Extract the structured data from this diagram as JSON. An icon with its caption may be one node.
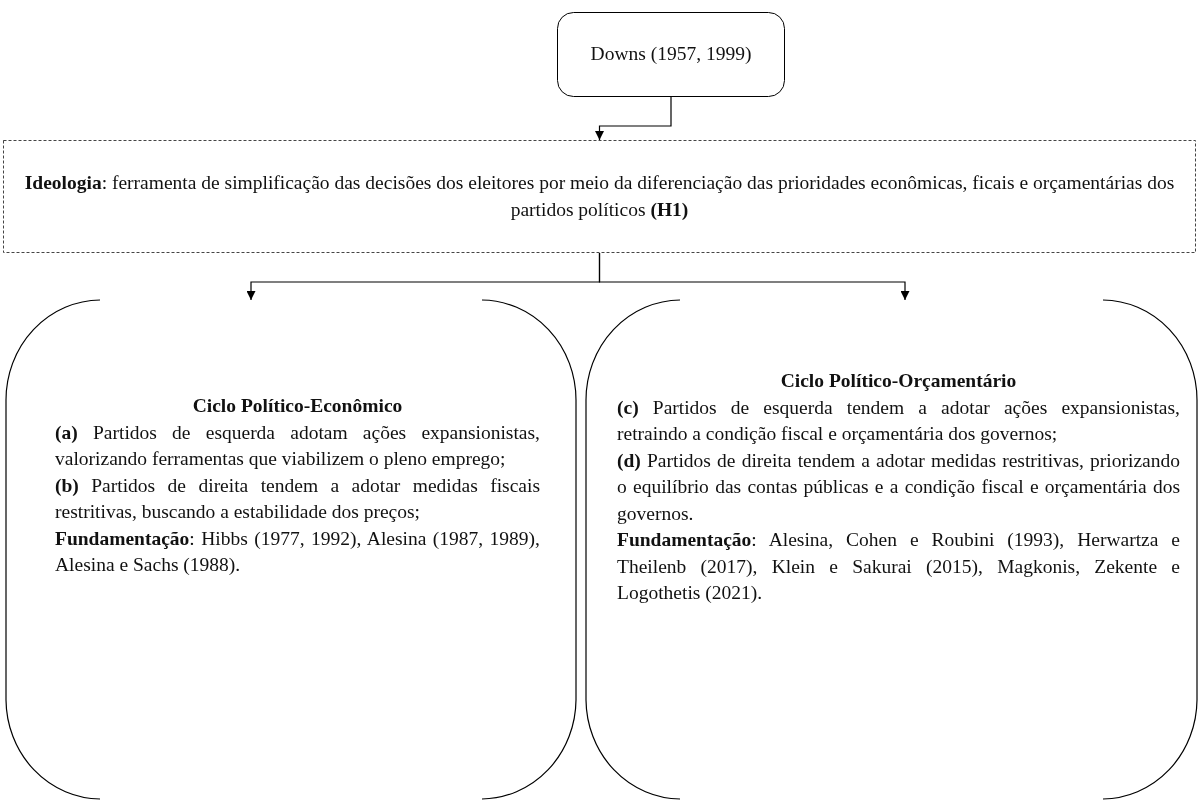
{
  "diagram": {
    "nodes": [
      {
        "text": [
          "Downs (1957, 1999)"
        ]
      },
      {
        "text": [
          "**Ideologia**: ferramenta de simplificação das decisões dos eleitores por meio da diferenciação das prioridades econômicas, ficais e orçamentárias dos partidos políticos **(H1)**"
        ]
      },
      {
        "text": [
          "Ciclo Político-Econômico",
          "**(a)** Partidos de esquerda adotam ações expansionistas, valorizando ferramentas que viabilizem o pleno emprego;",
          "**(b)** Partidos de direita tendem a adotar medidas fiscais restritivas, buscando a estabilidade dos preços;",
          "**Fundamentação**: Hibbs (1977, 1992), Alesina (1987, 1989), Alesina e Sachs (1988)."
        ]
      },
      {
        "text": [
          "Ciclo Político-Orçamentário",
          "**(c)** Partidos de esquerda tendem a adotar ações expansionistas, retraindo a condição fiscal e orçamentária dos governos;",
          "**(d)** Partidos de direita tendem a adotar medidas restritivas, priorizando o equilíbrio das contas públicas e a condição fiscal e orçamentária dos governos.",
          "**Fundamentação**: Alesina, Cohen e Roubini (1993), Herwartza e Theilenb (2017), Klein e Sakurai (2015), Magkonis, Zekente e Logothetis (2021)."
        ]
      }
    ],
    "edges": [
      {
        "from": 0,
        "to": 1,
        "arrow": "to"
      },
      {
        "from": 1,
        "to": 2,
        "arrow": "to"
      },
      {
        "from": 1,
        "to": 3,
        "arrow": "to"
      }
    ]
  }
}
